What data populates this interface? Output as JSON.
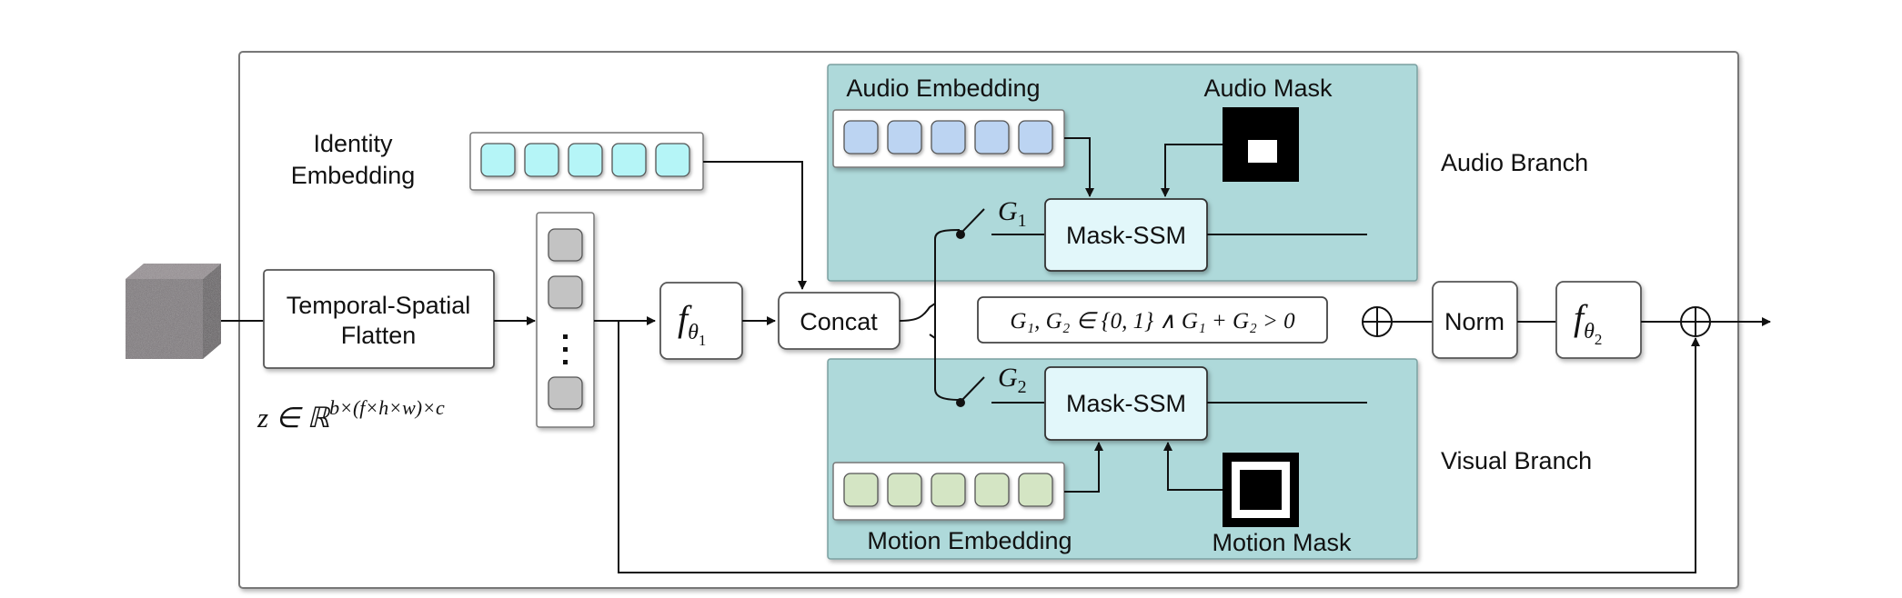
{
  "labels": {
    "identity_embedding_line1": "Identity",
    "identity_embedding_line2": "Embedding",
    "flatten_line1": "Temporal-Spatial",
    "flatten_line2": "Flatten",
    "z_formula": "z ∈ ℝ",
    "z_formula_sup": "b×(f×h×w)×c",
    "f_theta1_main": "f",
    "f_theta1_sub": "θ",
    "f_theta1_subsub": "1",
    "concat": "Concat",
    "audio_embedding": "Audio Embedding",
    "audio_mask": "Audio Mask",
    "audio_branch": "Audio Branch",
    "mask_ssm_audio": "Mask-SSM",
    "mask_ssm_visual": "Mask-SSM",
    "g1_main": "G",
    "g1_sub": "1",
    "g2_main": "G",
    "g2_sub": "2",
    "gate_condition": "G₁, G₂ ∈ {0, 1} ∧ G₁ + G₂ > 0",
    "norm": "Norm",
    "f_theta2_main": "f",
    "f_theta2_sub": "θ",
    "f_theta2_subsub": "2",
    "visual_branch": "Visual Branch",
    "motion_embedding": "Motion Embedding",
    "motion_mask": "Motion Mask"
  },
  "colors": {
    "branch_panel": "#aed9da",
    "ssm_box": "#e2f7fa",
    "identity_token": "#b5f5f7",
    "audio_token": "#bcd4f2",
    "motion_token": "#d4e5c4",
    "seq_token": "#c3c3c3",
    "cube": "#7a7478"
  }
}
